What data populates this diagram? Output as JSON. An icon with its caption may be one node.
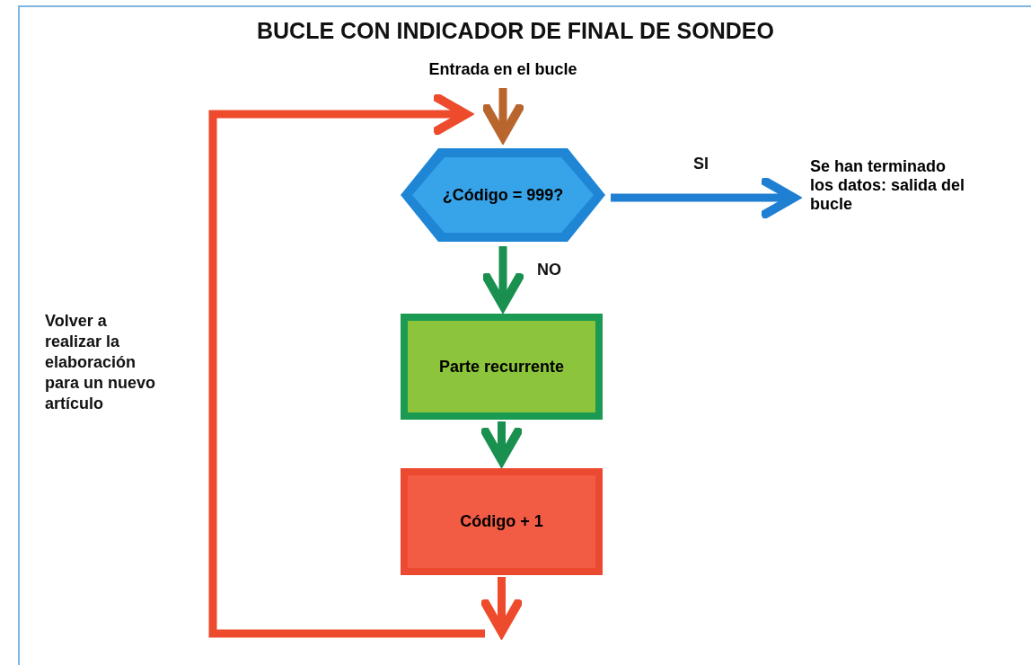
{
  "diagram": {
    "title": "BUCLE CON INDICADOR DE FINAL DE SONDEO",
    "nodes": [
      {
        "text": [
          "Entrada en el bucle"
        ]
      },
      {
        "text": [
          "¿Código = 999?"
        ]
      },
      {
        "text": [
          "Se han terminado los datos: salida del bucle"
        ]
      },
      {
        "text": [
          "Parte recurrente"
        ]
      },
      {
        "text": [
          "Código + 1"
        ]
      }
    ],
    "edges": [
      {
        "from": 0,
        "to": 1,
        "arrow": "to",
        "color": "#b8662e"
      },
      {
        "from": 1,
        "to": 2,
        "arrow": "to",
        "label": "SI",
        "color": "#1f7fd2"
      },
      {
        "from": 1,
        "to": 3,
        "arrow": "to",
        "label": "NO"
      },
      {
        "from": 3,
        "to": 4,
        "arrow": "to"
      },
      {
        "from": 4,
        "to": null,
        "arrow": "to",
        "color": "#ee4a2c"
      },
      {
        "from": null,
        "to": 1,
        "arrow": "to",
        "color": "#ee4a2c"
      }
    ],
    "labels": [
      "Volver a realizar la elaboración para un nuevo artículo"
    ]
  }
}
